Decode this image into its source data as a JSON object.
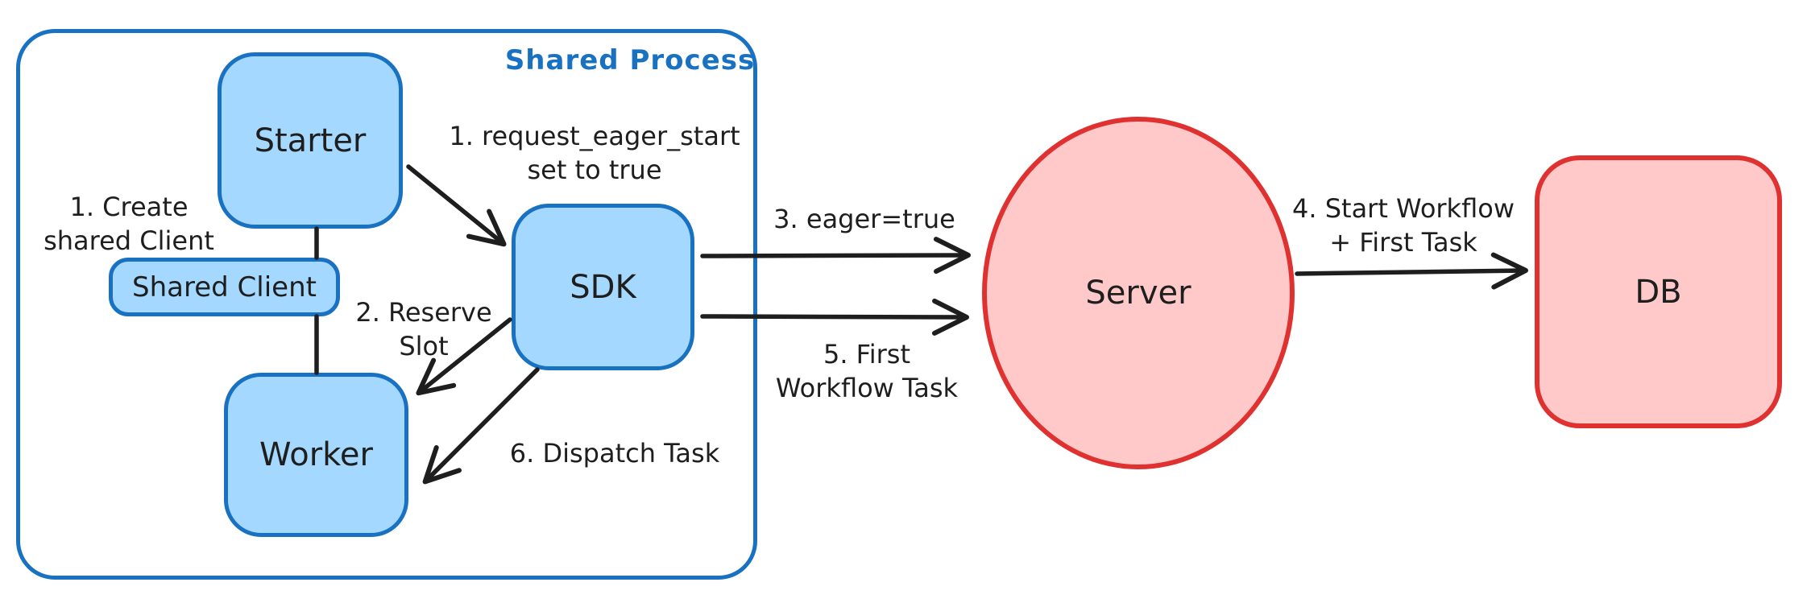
{
  "diagram": {
    "container_label": "Shared Process",
    "nodes": {
      "starter": "Starter",
      "shared_client": "Shared Client",
      "worker": "Worker",
      "sdk": "SDK",
      "server": "Server",
      "db": "DB"
    },
    "annotations": {
      "create_shared_client": {
        "line1": "1. Create",
        "line2": "shared Client"
      },
      "request_eager_start": {
        "line1": "1. request_eager_start",
        "line2": "set to true"
      },
      "reserve_slot": {
        "line1": "2. Reserve",
        "line2": "Slot"
      },
      "dispatch_task": {
        "text": "6. Dispatch Task"
      },
      "eager_true": {
        "text": "3. eager=true"
      },
      "first_workflow_task": {
        "line1": "5. First",
        "line2": "Workflow Task"
      },
      "start_workflow": {
        "line1": "4. Start Workflow",
        "line2": "+ First Task"
      }
    },
    "edges": [
      {
        "from": "starter",
        "to": "shared_client",
        "type": "line",
        "annotation": "create_shared_client"
      },
      {
        "from": "shared_client",
        "to": "worker",
        "type": "line",
        "annotation": null
      },
      {
        "from": "starter",
        "to": "sdk",
        "type": "arrow",
        "annotation": "request_eager_start"
      },
      {
        "from": "sdk",
        "to": "worker",
        "type": "arrow",
        "annotation": "reserve_slot"
      },
      {
        "from": "sdk",
        "to": "worker",
        "type": "arrow",
        "annotation": "dispatch_task"
      },
      {
        "from": "sdk",
        "to": "server",
        "type": "arrow",
        "annotation": "eager_true"
      },
      {
        "from": "sdk",
        "to": "server",
        "type": "arrow",
        "annotation": "first_workflow_task"
      },
      {
        "from": "server",
        "to": "db",
        "type": "arrow",
        "annotation": "start_workflow"
      }
    ],
    "colors": {
      "blue_stroke": "#1971c2",
      "blue_fill": "#a5d8ff",
      "red_stroke": "#e03131",
      "red_fill": "#ffc9c9",
      "arrow_ink": "#1e1e1e",
      "text": "#1e1e1e",
      "background": "#ffffff"
    }
  }
}
